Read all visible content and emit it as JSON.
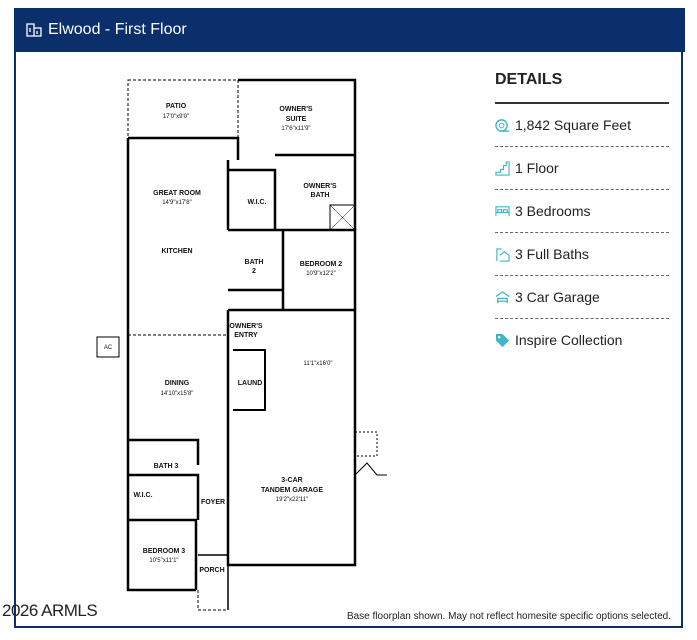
{
  "header": {
    "title": "Elwood - First Floor",
    "icon": "floorplan-icon"
  },
  "details": {
    "heading": "DETAILS",
    "items": [
      {
        "icon": "tape-measure-icon",
        "label": "1,842 Square Feet"
      },
      {
        "icon": "stairs-icon",
        "label": "1 Floor"
      },
      {
        "icon": "bed-icon",
        "label": "3 Bedrooms"
      },
      {
        "icon": "bath-icon",
        "label": "3 Full Baths"
      },
      {
        "icon": "garage-icon",
        "label": "3 Car Garage"
      },
      {
        "icon": "tag-icon",
        "label": "Inspire Collection"
      }
    ],
    "accent": "#3fb6c8"
  },
  "plan": {
    "rooms": {
      "patio": {
        "name": "PATIO",
        "dim": "17'0\"x9'0\""
      },
      "owners_suite": {
        "name1": "OWNER'S",
        "name2": "SUITE",
        "dim": "17'6\"x11'9\""
      },
      "great_room": {
        "name": "GREAT ROOM",
        "dim": "14'9\"x17'8\""
      },
      "wic1": {
        "name": "W.I.C."
      },
      "owners_bath": {
        "name1": "OWNER'S",
        "name2": "BATH"
      },
      "kitchen": {
        "name": "KITCHEN"
      },
      "bath2": {
        "name1": "BATH",
        "name2": "2"
      },
      "bedroom2": {
        "name": "BEDROOM 2",
        "dim": "10'9\"x12'2\""
      },
      "owners_entry": {
        "name1": "OWNER'S",
        "name2": "ENTRY"
      },
      "garage_ext": {
        "dim": "11'1\"x16'0\""
      },
      "laund": {
        "name": "LAUND"
      },
      "dining": {
        "name": "DINING",
        "dim": "14'10\"x15'8\""
      },
      "bath3": {
        "name": "BATH 3"
      },
      "wic3": {
        "name": "W.I.C."
      },
      "foyer": {
        "name": "FOYER"
      },
      "garage": {
        "name1": "3-CAR",
        "name2": "TANDEM GARAGE",
        "dim": "19'2\"x22'11\""
      },
      "bedroom3": {
        "name": "BEDROOM 3",
        "dim": "10'5\"x11'1\""
      },
      "porch": {
        "name": "PORCH"
      },
      "ac": {
        "name": "AC"
      }
    }
  },
  "footer": {
    "note": "Base floorplan shown. May not reflect homesite specific options selected.",
    "watermark": "2026 ARMLS"
  }
}
